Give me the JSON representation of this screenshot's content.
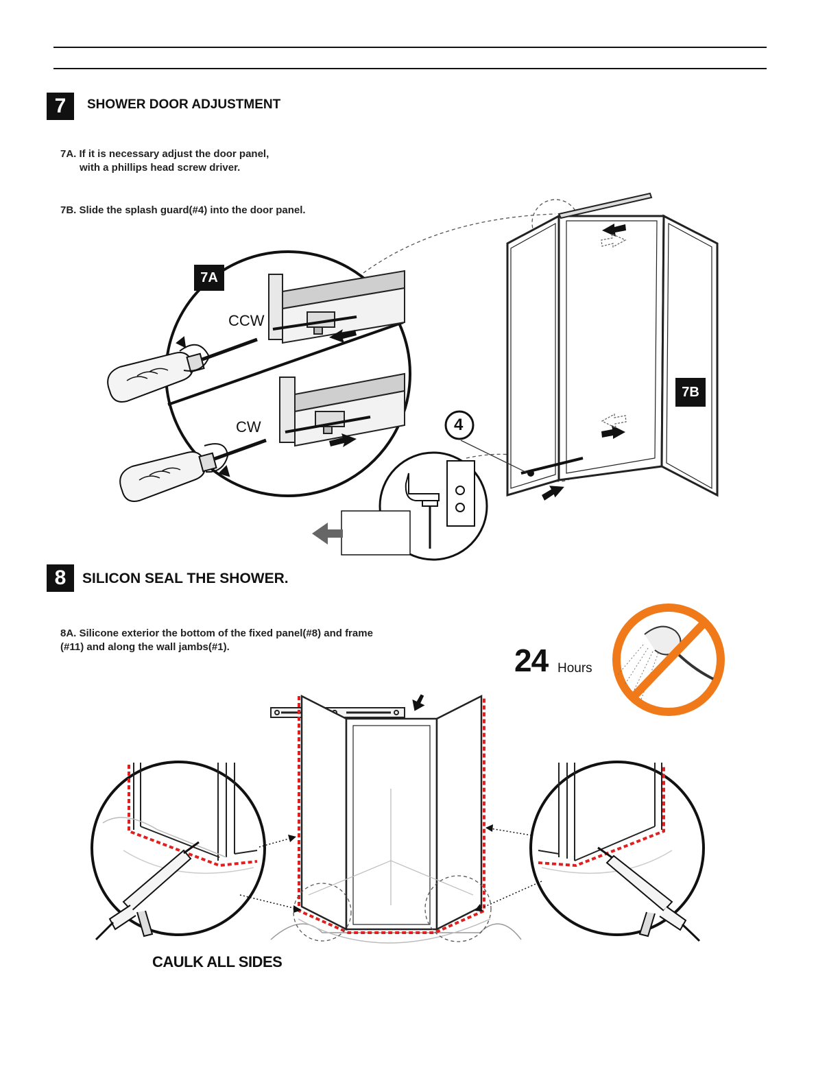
{
  "colors": {
    "ink": "#111111",
    "caulk": "#e02020",
    "prohibit": "#f07a1a",
    "arrow": "#333333"
  },
  "step7": {
    "number": "7",
    "title": "SHOWER DOOR ADJUSTMENT",
    "instr_7a_line1": "7A. If it is necessary adjust the door panel,",
    "instr_7a_line2": "with a phillips head screw driver.",
    "instr_7b": "7B. Slide the splash guard(#4) into the door panel.",
    "callout_7a": "7A",
    "callout_7b": "7B",
    "ccw_label": "CCW",
    "cw_label": "CW",
    "part_number": "4"
  },
  "step8": {
    "number": "8",
    "title": "SILICON SEAL THE SHOWER.",
    "instr_8a_line1": "8A. Silicone exterior the bottom of the fixed panel(#8) and frame",
    "instr_8a_line2": "(#11) and along the wall jambs(#1).",
    "cure_number": "24",
    "cure_unit": "Hours",
    "no_water_icon": "no-shower-icon",
    "caulk_label": "CAULK ALL SIDES"
  }
}
